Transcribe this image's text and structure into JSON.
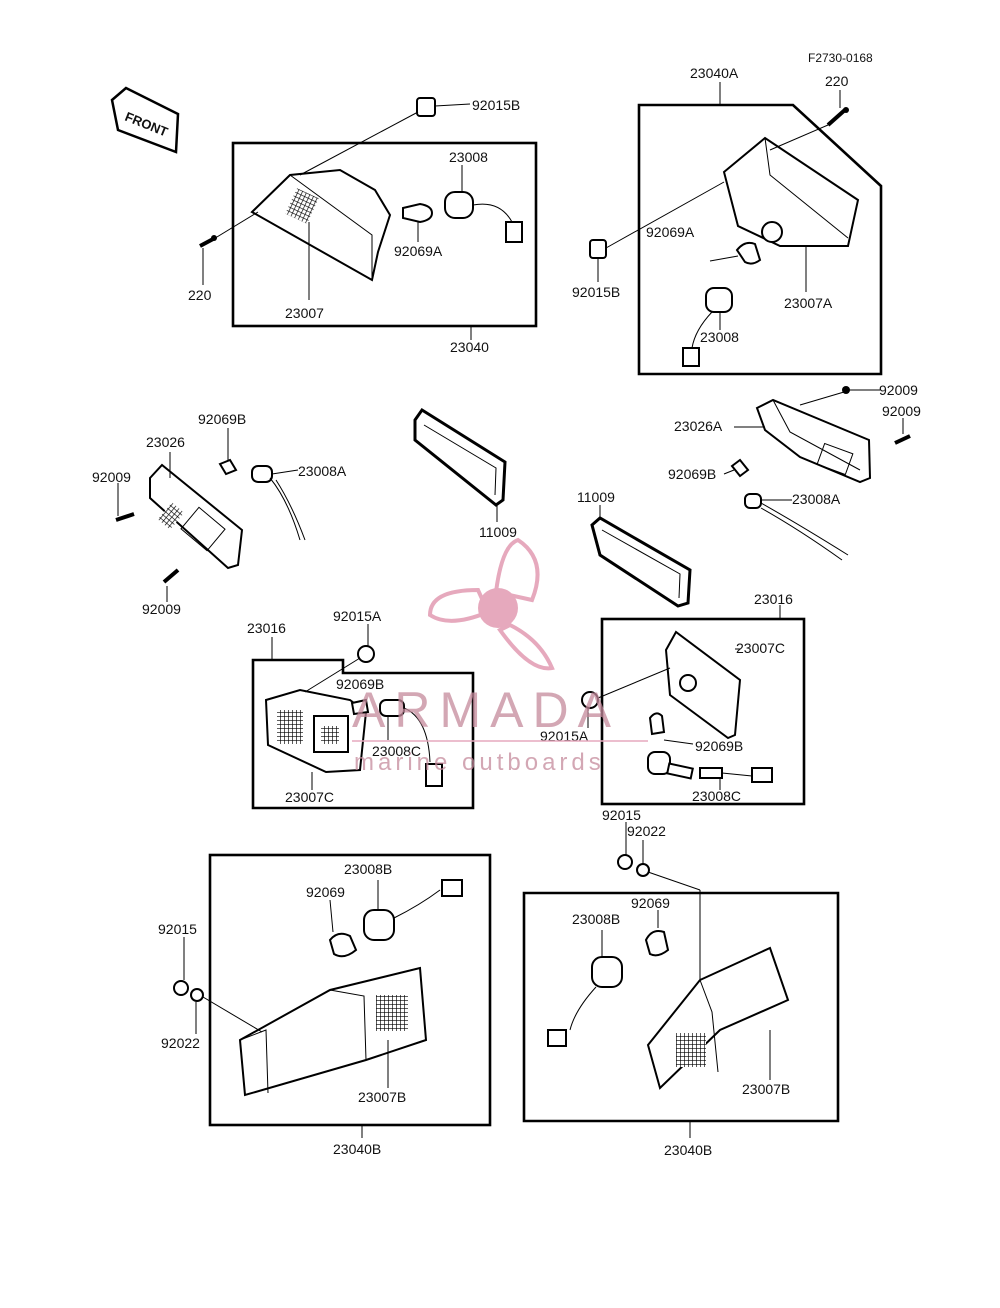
{
  "figure_id": "F2730-0168",
  "direction_badge": "FRONT",
  "watermark": {
    "brand": "ARMADA",
    "tagline": "marine outboards",
    "color": "#e6a9bd"
  },
  "groups": {
    "top_left": {
      "assembly": "23040",
      "lens": "23007",
      "socket": "23008",
      "bulb": "92069A",
      "clip": "92015B",
      "screw": "220"
    },
    "top_right": {
      "assembly": "23040A",
      "lens": "23007A",
      "socket": "23008",
      "bulb": "92069A",
      "clip": "92015B",
      "screw": "220"
    },
    "mid_left": {
      "lens": "23026",
      "bulb": "92069B",
      "socket": "23008A",
      "screw_top": "92009",
      "screw_bottom": "92009"
    },
    "mid_right": {
      "lens": "23026A",
      "bulb": "92069B",
      "socket": "23008A",
      "screw_top": "92009",
      "screw_bottom": "92009"
    },
    "gaskets": {
      "left": "11009",
      "right": "11009"
    },
    "center_left": {
      "assembly": "23016",
      "lens": "23007C",
      "nut": "92015A",
      "bulb": "92069B",
      "socket": "23008C"
    },
    "center_right": {
      "assembly": "23016",
      "lens": "23007C",
      "nut": "92015A",
      "bulb": "92069B",
      "socket": "23008C"
    },
    "bottom_left": {
      "assembly": "23040B",
      "lens": "23007B",
      "socket": "23008B",
      "bulb": "92069",
      "nut": "92015",
      "washer": "92022"
    },
    "bottom_right": {
      "assembly": "23040B",
      "lens": "23007B",
      "socket": "23008B",
      "bulb": "92069",
      "nut": "92015",
      "washer": "92022"
    }
  },
  "colors": {
    "ink": "#000000",
    "watermark": "#e6a9bd"
  }
}
